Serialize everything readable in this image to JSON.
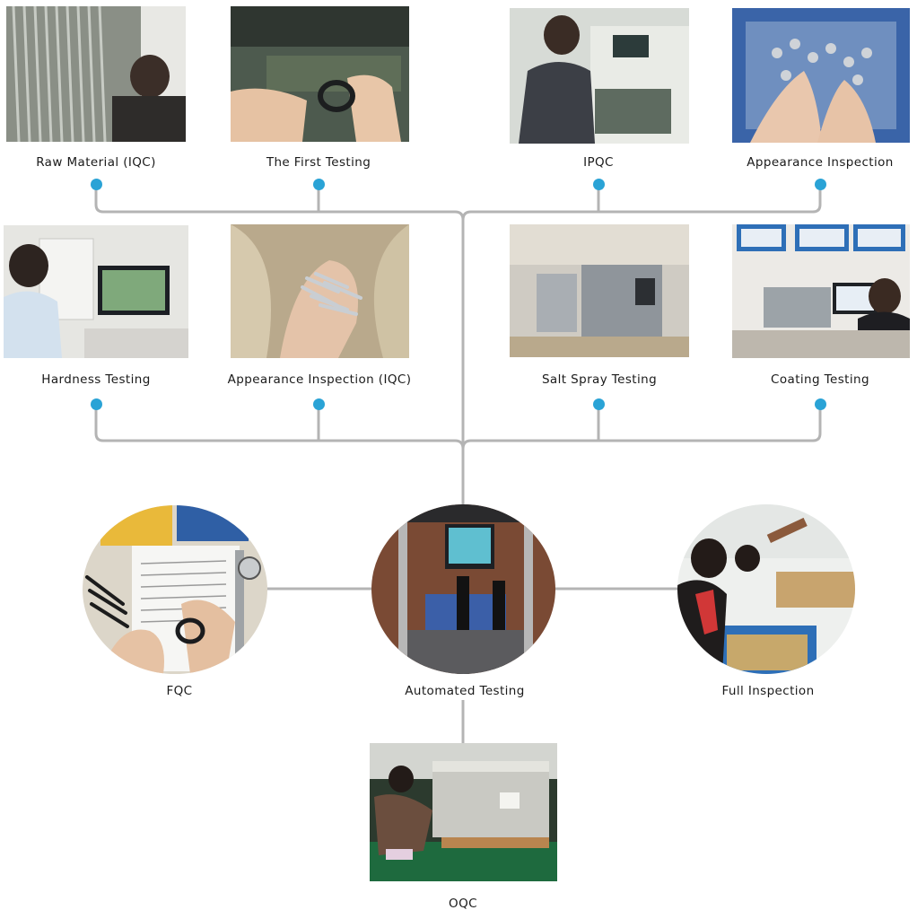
{
  "colors": {
    "connector": "#b4b4b4",
    "dot": "#2aa3d6",
    "text": "#1a1a1a"
  },
  "stages": {
    "raw_material": "Raw Material (IQC)",
    "first_testing": "The First Testing",
    "ipqc": "IPQC",
    "appearance_inspection": "Appearance Inspection",
    "hardness_testing": "Hardness Testing",
    "appearance_inspection_iqc": "Appearance Inspection (IQC)",
    "salt_spray_testing": "Salt Spray Testing",
    "coating_testing": "Coating Testing",
    "fqc": "FQC",
    "automated_testing": "Automated Testing",
    "full_inspection": "Full Inspection",
    "oqc": "OQC"
  }
}
